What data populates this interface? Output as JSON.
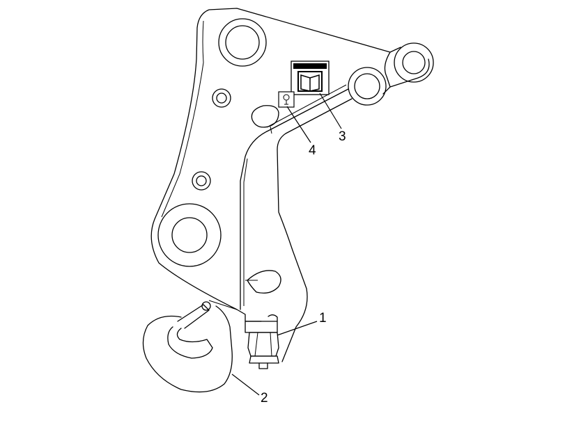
{
  "callouts": [
    {
      "id": "1",
      "label": "1"
    },
    {
      "id": "2",
      "label": "2"
    },
    {
      "id": "3",
      "label": "3"
    },
    {
      "id": "4",
      "label": "4"
    }
  ],
  "icons": {
    "warning_decal": "manual-book-warning-icon",
    "lube_decal": "grease-point-icon"
  }
}
